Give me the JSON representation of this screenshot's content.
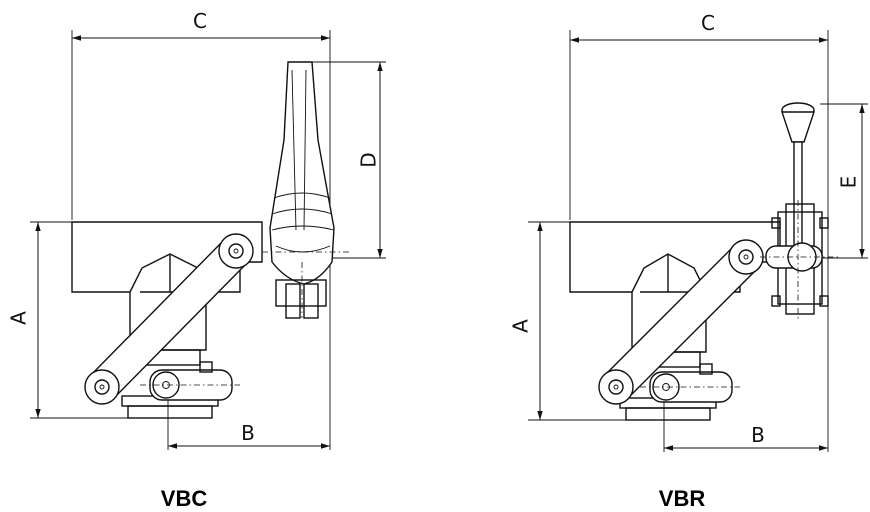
{
  "diagrams": [
    {
      "caption": "VBC",
      "dimensions": {
        "a": "A",
        "b": "B",
        "c": "C",
        "d": "D"
      }
    },
    {
      "caption": "VBR",
      "dimensions": {
        "a": "A",
        "b": "B",
        "c": "C",
        "e": "E"
      }
    }
  ],
  "colors": {
    "line": "#111111",
    "background": "#ffffff"
  }
}
